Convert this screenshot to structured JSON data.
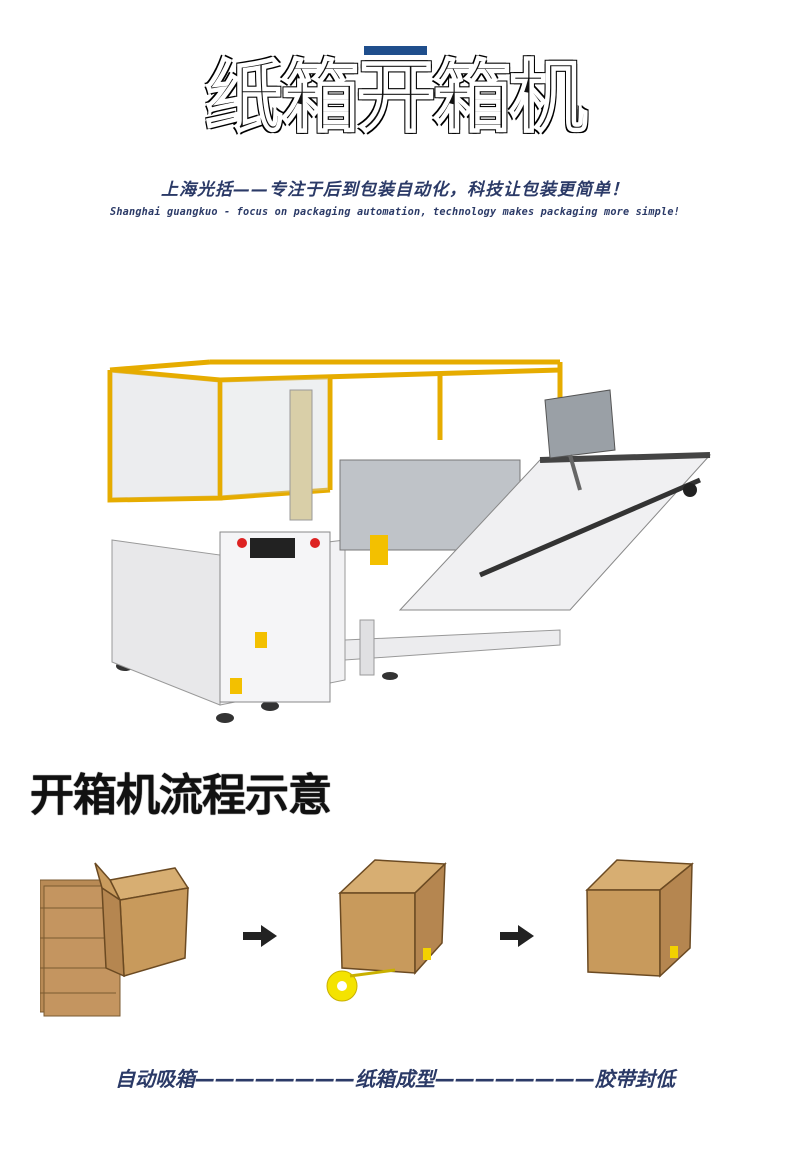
{
  "header": {
    "title": "纸箱开箱机",
    "slogan_cn": "上海光括——专注于后到包装自动化，科技让包装更简单！",
    "slogan_en": "Shanghai guangkuo - focus on packaging automation, technology makes packaging more simple!"
  },
  "colors": {
    "accent_bar": "#1f4e8c",
    "text_navy": "#2b3a67",
    "frame_yellow": "#f0b400",
    "cardboard": "#c8a068"
  },
  "process": {
    "title": "开箱机流程示意",
    "caption": "自动吸箱————————纸箱成型————————胶带封低"
  }
}
